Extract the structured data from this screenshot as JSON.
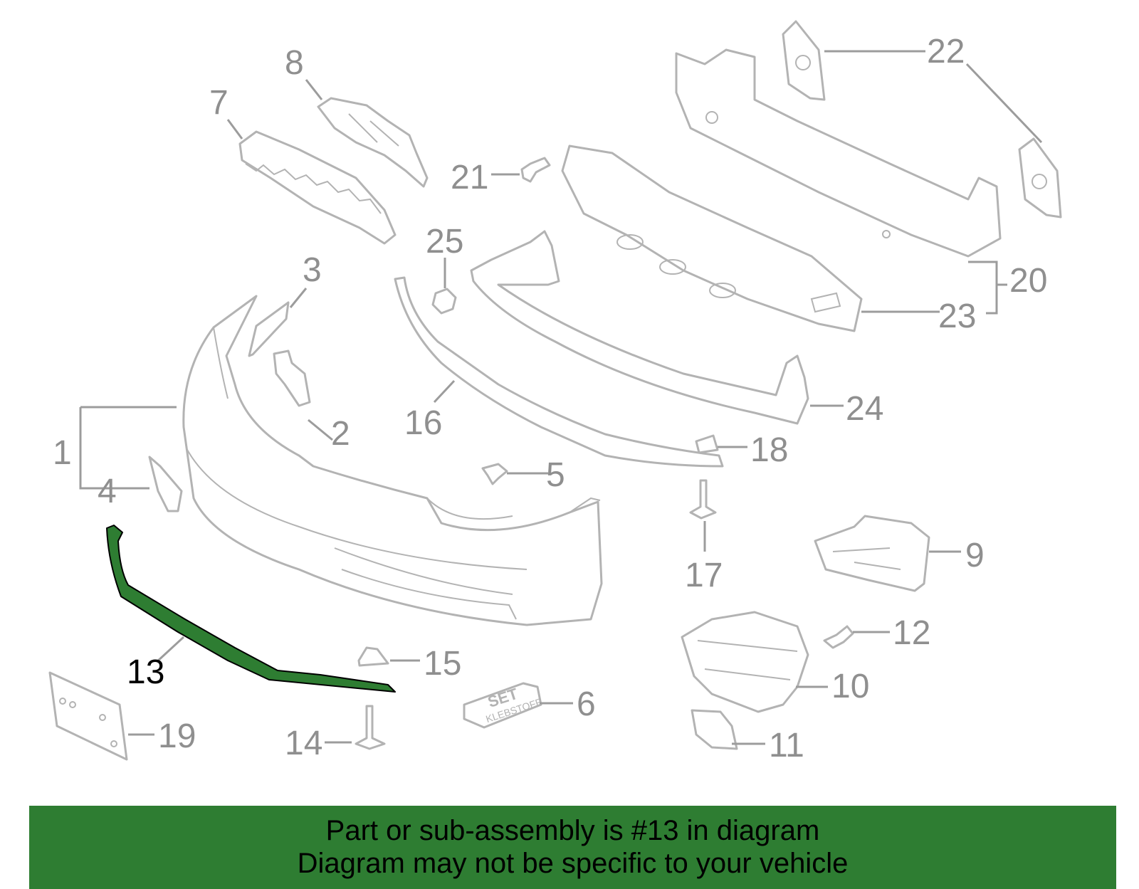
{
  "callouts": [
    {
      "id": "1",
      "label": "1"
    },
    {
      "id": "2",
      "label": "2"
    },
    {
      "id": "3",
      "label": "3"
    },
    {
      "id": "4",
      "label": "4"
    },
    {
      "id": "5",
      "label": "5"
    },
    {
      "id": "6",
      "label": "6"
    },
    {
      "id": "7",
      "label": "7"
    },
    {
      "id": "8",
      "label": "8"
    },
    {
      "id": "9",
      "label": "9"
    },
    {
      "id": "10",
      "label": "10"
    },
    {
      "id": "11",
      "label": "11"
    },
    {
      "id": "12",
      "label": "12"
    },
    {
      "id": "13",
      "label": "13",
      "highlighted": true
    },
    {
      "id": "14",
      "label": "14"
    },
    {
      "id": "15",
      "label": "15"
    },
    {
      "id": "16",
      "label": "16"
    },
    {
      "id": "17",
      "label": "17"
    },
    {
      "id": "18",
      "label": "18"
    },
    {
      "id": "19",
      "label": "19"
    },
    {
      "id": "20",
      "label": "20"
    },
    {
      "id": "21",
      "label": "21"
    },
    {
      "id": "22",
      "label": "22"
    },
    {
      "id": "23",
      "label": "23"
    },
    {
      "id": "24",
      "label": "24"
    },
    {
      "id": "25",
      "label": "25"
    }
  ],
  "part6_box_text": "KLEBSTOFF",
  "part6_set_text": "SET",
  "highlight_color": "#2e7d32",
  "part_outline_color": "#b3b3b3",
  "banner": {
    "line1": "Part or sub-assembly is #13 in diagram",
    "line2": "Diagram may not be specific to your vehicle",
    "background": "#2e7d32"
  }
}
